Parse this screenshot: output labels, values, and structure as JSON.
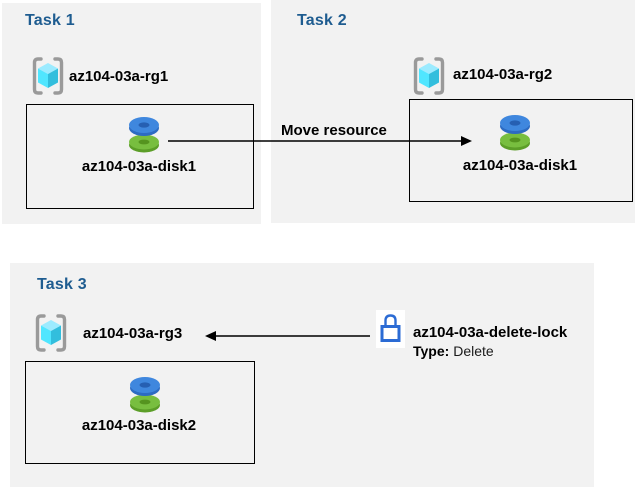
{
  "tasks": [
    {
      "title": "Task 1",
      "resource_group": "az104-03a-rg1",
      "disk": "az104-03a-disk1"
    },
    {
      "title": "Task 2",
      "resource_group": "az104-03a-rg2",
      "disk": "az104-03a-disk1"
    },
    {
      "title": "Task 3",
      "resource_group": "az104-03a-rg3",
      "disk": "az104-03a-disk2"
    }
  ],
  "move_arrow": {
    "label": "Move resource"
  },
  "delete_lock": {
    "name": "az104-03a-delete-lock",
    "type_label": "Type:",
    "type_value": "Delete"
  },
  "icons": {
    "resource_group": "resource-group-icon",
    "disk": "disk-icon",
    "lock": "lock-icon"
  },
  "colors": {
    "panel_background": "#F2F2F2",
    "task_title_blue": "#1E5C90",
    "label_text": "#000000",
    "lock_blue": "#2B6BD4",
    "disk_blue": "#3F87DE",
    "disk_blue_dark": "#2D6BC2",
    "disk_green": "#78BE3F",
    "disk_green_dark": "#5C9E28",
    "cube_top": "#9CEBFF",
    "cube_left": "#50E6FF",
    "cube_right": "#32BEDD",
    "bracket_gray": "#9A9A9A",
    "arrow": "#000000"
  }
}
